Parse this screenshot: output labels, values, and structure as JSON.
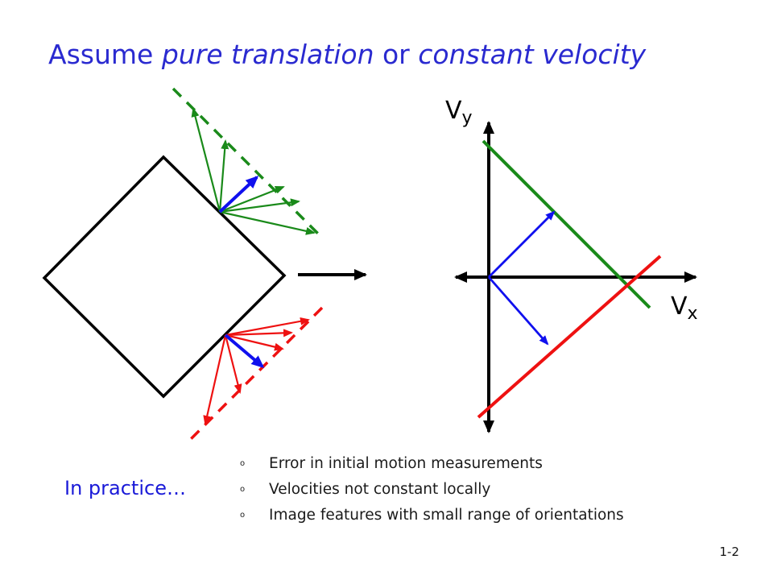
{
  "title": {
    "part1": "Assume ",
    "part2": "pure translation",
    "part3": " or ",
    "part4": "constant velocity"
  },
  "diagram": {
    "axis_label_y_main": "V",
    "axis_label_y_sub": "y",
    "axis_label_x_main": "V",
    "axis_label_x_sub": "x",
    "colors": {
      "stroke": "#000000",
      "green": "#1a8a1a",
      "red": "#ee1111",
      "blue": "#1010ee"
    }
  },
  "notes": {
    "heading": "In practice…",
    "bullet_marker": "o",
    "bullets": [
      "Error in initial motion measurements",
      "Velocities not constant locally",
      "Image features with small range of orientations"
    ]
  },
  "page_number": "1-2"
}
